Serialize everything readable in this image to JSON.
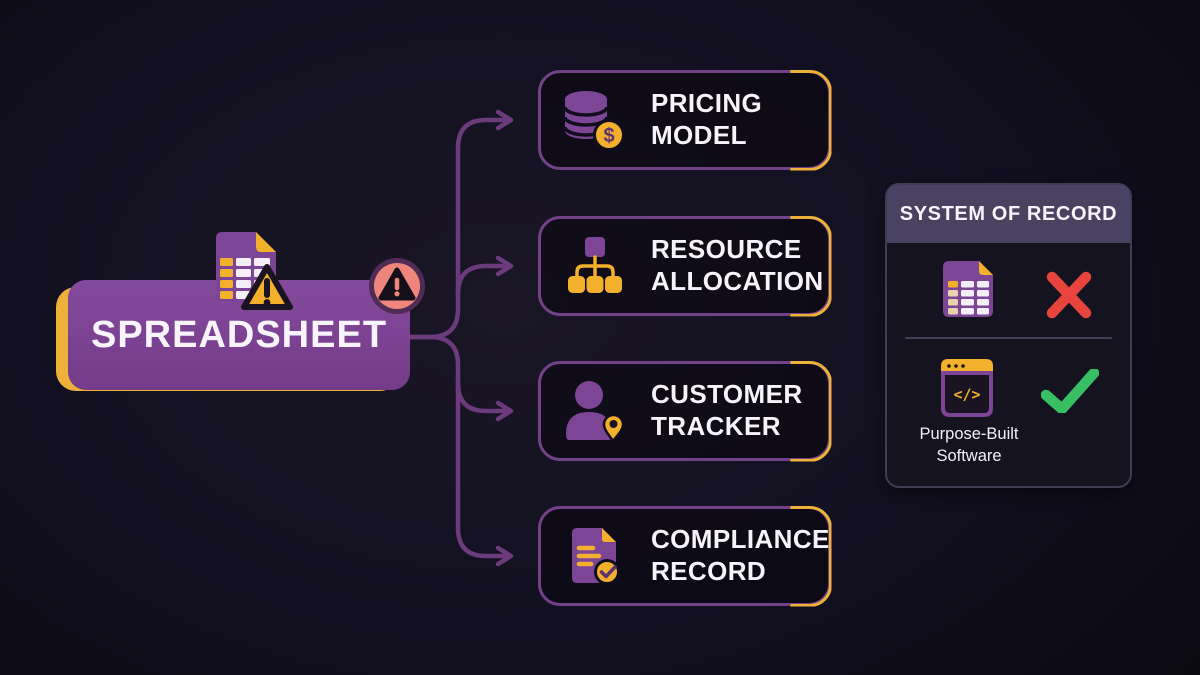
{
  "source": {
    "label": "SPREADSHEET",
    "icons": [
      "spreadsheet-file-icon",
      "warning-triangle-icon",
      "alert-badge-icon"
    ]
  },
  "flow": {
    "cards": [
      {
        "line1": "PRICING",
        "line2": "MODEL",
        "icon": "database-dollar-icon"
      },
      {
        "line1": "RESOURCE",
        "line2": "ALLOCATION",
        "icon": "org-chart-icon"
      },
      {
        "line1": "CUSTOMER",
        "line2": "TRACKER",
        "icon": "person-location-icon"
      },
      {
        "line1": "COMPLIANCE",
        "line2": "RECORD",
        "icon": "document-check-icon"
      }
    ]
  },
  "panel": {
    "title": "SYSTEM OF RECORD",
    "rows": [
      {
        "icon": "spreadsheet-icon",
        "verdict": "rejected",
        "mark_icon": "red-x-icon"
      },
      {
        "icon": "code-window-icon",
        "verdict": "approved",
        "mark_icon": "green-check-icon",
        "caption_line1": "Purpose-Built",
        "caption_line2": "Software"
      }
    ]
  },
  "glyphs": {
    "dollar": "$",
    "code": "</>"
  },
  "colors": {
    "background": "#110f1d",
    "purple": "#7d4596",
    "purple_border": "#744189",
    "gold": "#f2b02c",
    "salmon": "#ef867b",
    "red": "#e8443e",
    "green": "#39bf63",
    "panel_header": "#494260",
    "connector": "#6c3b7c",
    "text": "#f7f4fb"
  }
}
